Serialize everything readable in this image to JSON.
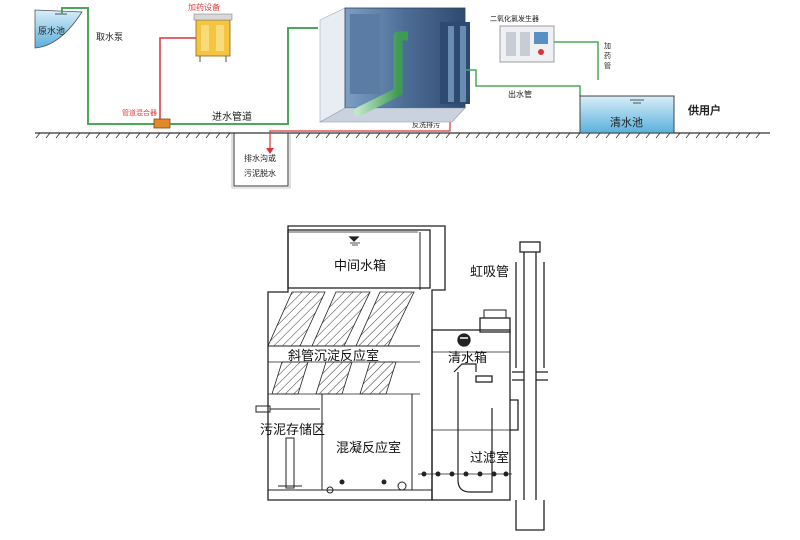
{
  "top_flow": {
    "source_pool": "原水池",
    "intake_pump": "取水泵",
    "dosing_equipment": "加药设备",
    "pipe_mixer": "管道混合器",
    "inlet_pipeline": "进水管道",
    "drain_ditch_line1": "排水沟或",
    "drain_ditch_line2": "污泥脱水",
    "backwash_discharge": "反洗排污",
    "chlorine_dioxide_generator": "二氧化氯发生器",
    "dosing_pipe_line1": "加",
    "dosing_pipe_line2": "药",
    "dosing_pipe_line3": "管",
    "outlet_pipe": "出水管",
    "clear_water_pool": "清水池",
    "user_supply": "供用户"
  },
  "bottom_unit": {
    "middle_tank": "中间水箱",
    "siphon_pipe": "虹吸管",
    "inclined_tube_chamber": "斜管沉淀反应室",
    "clear_water_tank": "清水箱",
    "sludge_storage": "污泥存储区",
    "coagulation_chamber": "混凝反应室",
    "filter_chamber": "过滤室"
  },
  "colors": {
    "water_pipe": "#4aa85a",
    "dosing_line": "#d9343a",
    "pool_water": "#5ab0dd",
    "red_label": "#e03a3a",
    "tank_body": "#3f5b82",
    "outline": "#222222"
  }
}
